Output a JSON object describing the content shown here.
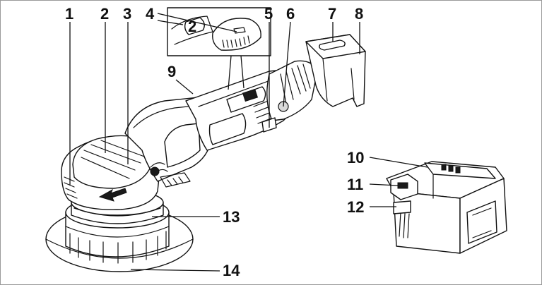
{
  "labels": {
    "l1": "1",
    "l2": "2",
    "l3": "3",
    "l4": "4",
    "l5": "5",
    "l6": "6",
    "l7": "7",
    "l8": "8",
    "l9": "9",
    "l10": "10",
    "l11": "11",
    "l12": "12",
    "l13": "13",
    "l14": "14"
  },
  "inset": {
    "switch_mark": "2"
  }
}
